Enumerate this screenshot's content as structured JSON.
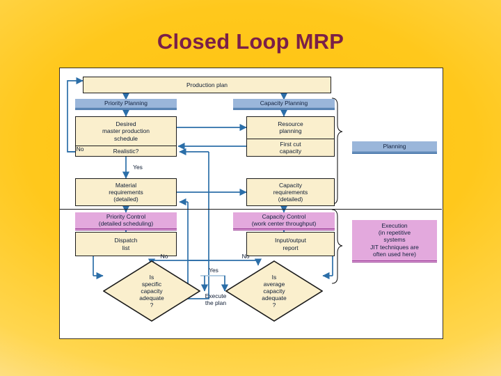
{
  "slide": {
    "title": "Closed Loop MRP",
    "title_color": "#7a2048",
    "background_color": "#ffc81c",
    "panel_background": "#ffffff"
  },
  "palette": {
    "node_fill": "#faefcd",
    "node_border": "#1a1a1a",
    "planning_bar": "#9ab6da",
    "planning_bar_rule": "#2a6099",
    "control_bar": "#e3a9dd",
    "control_bar_rule": "#9a3d96",
    "connector": "#2b6ea8",
    "text": "#0d1b33"
  },
  "diagram": {
    "sections": {
      "planning_label": "Planning",
      "execution_label": "Execution\n(in repetitive systems\nJIT techniques are\noften used here)",
      "execution_line1": "Execution",
      "execution_line2": "(in repetitive",
      "execution_line3": "systems",
      "execution_line4": "JIT techniques are",
      "execution_line5": "often used here)"
    },
    "bars": {
      "priority_planning": "Priority Planning",
      "capacity_planning": "Capacity Planning",
      "priority_control_line1": "Priority Control",
      "priority_control_line2": "(detailed scheduling)",
      "capacity_control_line1": "Capacity Control",
      "capacity_control_line2": "(work center throughput)"
    },
    "nodes": {
      "production_plan": "Production plan",
      "mps_line1": "Desired",
      "mps_line2": "master production",
      "mps_line3": "schedule",
      "mps_decision": "Realistic?",
      "resource_planning_line1": "Resource",
      "resource_planning_line2": "planning",
      "first_cut_line1": "First cut",
      "first_cut_line2": "capacity",
      "material_req_line1": "Material",
      "material_req_line2": "requirements",
      "material_req_line3": "(detailed)",
      "capacity_req_line1": "Capacity",
      "capacity_req_line2": "requirements",
      "capacity_req_line3": "(detailed)",
      "dispatch_line1": "Dispatch",
      "dispatch_line2": "list",
      "io_report_line1": "Input/output",
      "io_report_line2": "report"
    },
    "decisions": {
      "specific_line1": "Is",
      "specific_line2": "specific",
      "specific_line3": "capacity",
      "specific_line4": "adequate",
      "specific_line5": "?",
      "average_line1": "Is",
      "average_line2": "average",
      "average_line3": "capacity",
      "average_line4": "adequate",
      "average_line5": "?"
    },
    "edge_labels": {
      "no_left_loop": "No",
      "yes_mps": "Yes",
      "no_dispatch": "No",
      "no_io": "No",
      "yes_execute": "Yes",
      "execute_line1": "Execute",
      "execute_line2": "the plan"
    }
  }
}
